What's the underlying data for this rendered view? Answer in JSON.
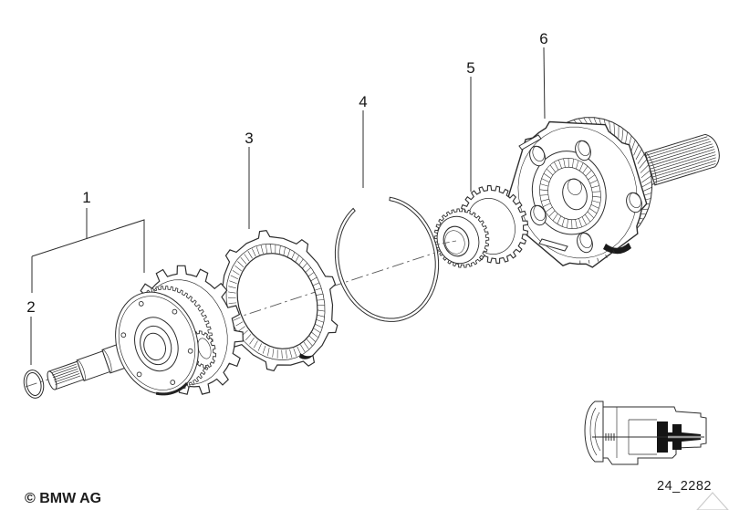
{
  "figure": {
    "copyright": "© BMW AG",
    "drawing_number": "24_2282",
    "callouts": [
      {
        "label": "1"
      },
      {
        "label": "2"
      },
      {
        "label": "3"
      },
      {
        "label": "4"
      },
      {
        "label": "5"
      },
      {
        "label": "6"
      }
    ]
  },
  "colors": {
    "background": "#ffffff",
    "line": "#2e2e2e",
    "highlight": "#141414",
    "watermark": "#cccccc"
  }
}
